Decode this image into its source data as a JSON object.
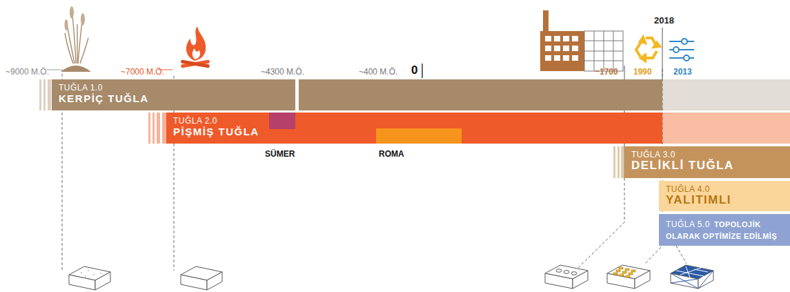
{
  "diagram": {
    "nodes": [
      {
        "text": [
          "TUĞLA 1.0",
          "KERPİÇ TUĞLA"
        ]
      },
      {
        "text": [
          "TUĞLA 2.0",
          "PİŞMİŞ TUĞLA"
        ]
      },
      {
        "text": [
          "TUĞLA 3.0",
          "DELİKLİ TUĞLA"
        ]
      },
      {
        "text": [
          "TUĞLA 4.0",
          "YALITIMLI"
        ]
      },
      {
        "text": [
          "TUĞLA 5.0",
          "TOPOLOJİK OLARAK OPTİMİZE EDİLMİŞ"
        ]
      }
    ],
    "labels": [
      "2018",
      "~9000 M.Ö.",
      "~7000 M.Ö.",
      "~4300 M.Ö.",
      "~400 M.Ö.",
      "0",
      "~1700",
      "1990",
      "2013",
      "SÜMER",
      "ROMA"
    ]
  }
}
